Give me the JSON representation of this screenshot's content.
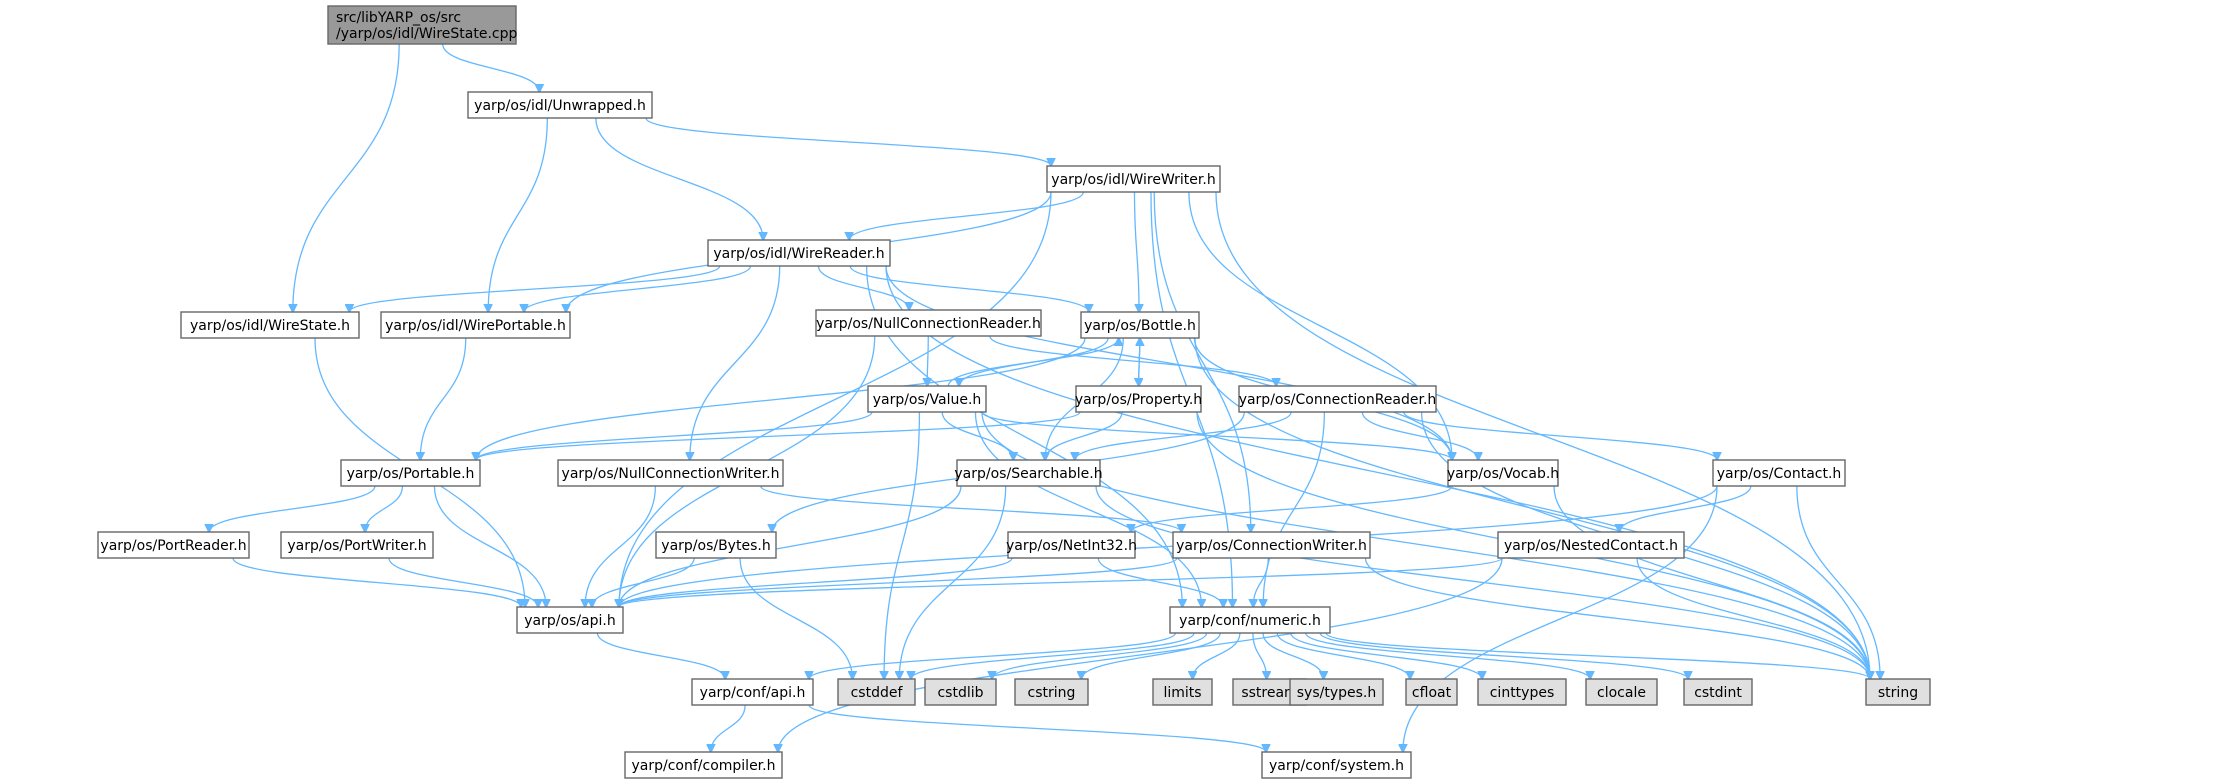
{
  "colors": {
    "edge": "#63b8ff",
    "node_fill": "#ffffff",
    "node_border": "#666666",
    "root_fill": "#999999",
    "system_fill": "#e0e0e0",
    "system_border": "#999999"
  },
  "nodes": [
    {
      "id": "root",
      "lines": [
        "src/libYARP_os/src",
        "/yarp/os/idl/WireState.cpp"
      ],
      "kind": "root"
    },
    {
      "id": "unwrapped",
      "lines": [
        "yarp/os/idl/Unwrapped.h"
      ],
      "kind": "header"
    },
    {
      "id": "wirewriter",
      "lines": [
        "yarp/os/idl/WireWriter.h"
      ],
      "kind": "header"
    },
    {
      "id": "wirereader",
      "lines": [
        "yarp/os/idl/WireReader.h"
      ],
      "kind": "header"
    },
    {
      "id": "wirestate",
      "lines": [
        "yarp/os/idl/WireState.h"
      ],
      "kind": "header"
    },
    {
      "id": "wireportable",
      "lines": [
        "yarp/os/idl/WirePortable.h"
      ],
      "kind": "header"
    },
    {
      "id": "nullconnreader",
      "lines": [
        "yarp/os/NullConnectionReader.h"
      ],
      "kind": "header"
    },
    {
      "id": "bottle",
      "lines": [
        "yarp/os/Bottle.h"
      ],
      "kind": "header"
    },
    {
      "id": "value",
      "lines": [
        "yarp/os/Value.h"
      ],
      "kind": "header"
    },
    {
      "id": "property",
      "lines": [
        "yarp/os/Property.h"
      ],
      "kind": "header"
    },
    {
      "id": "connreader",
      "lines": [
        "yarp/os/ConnectionReader.h"
      ],
      "kind": "header"
    },
    {
      "id": "portable",
      "lines": [
        "yarp/os/Portable.h"
      ],
      "kind": "header"
    },
    {
      "id": "nullconnwriter",
      "lines": [
        "yarp/os/NullConnectionWriter.h"
      ],
      "kind": "header"
    },
    {
      "id": "searchable",
      "lines": [
        "yarp/os/Searchable.h"
      ],
      "kind": "header"
    },
    {
      "id": "vocab",
      "lines": [
        "yarp/os/Vocab.h"
      ],
      "kind": "header"
    },
    {
      "id": "contact",
      "lines": [
        "yarp/os/Contact.h"
      ],
      "kind": "header"
    },
    {
      "id": "portreader",
      "lines": [
        "yarp/os/PortReader.h"
      ],
      "kind": "header"
    },
    {
      "id": "portwriter",
      "lines": [
        "yarp/os/PortWriter.h"
      ],
      "kind": "header"
    },
    {
      "id": "bytes",
      "lines": [
        "yarp/os/Bytes.h"
      ],
      "kind": "header"
    },
    {
      "id": "netint32",
      "lines": [
        "yarp/os/NetInt32.h"
      ],
      "kind": "header"
    },
    {
      "id": "connwriter",
      "lines": [
        "yarp/os/ConnectionWriter.h"
      ],
      "kind": "header"
    },
    {
      "id": "nestedcontact",
      "lines": [
        "yarp/os/NestedContact.h"
      ],
      "kind": "header"
    },
    {
      "id": "osapi",
      "lines": [
        "yarp/os/api.h"
      ],
      "kind": "header"
    },
    {
      "id": "numeric",
      "lines": [
        "yarp/conf/numeric.h"
      ],
      "kind": "header"
    },
    {
      "id": "confapi",
      "lines": [
        "yarp/conf/api.h"
      ],
      "kind": "header"
    },
    {
      "id": "cstddef",
      "lines": [
        "cstddef"
      ],
      "kind": "system"
    },
    {
      "id": "cstdlib",
      "lines": [
        "cstdlib"
      ],
      "kind": "system"
    },
    {
      "id": "cstring",
      "lines": [
        "cstring"
      ],
      "kind": "system"
    },
    {
      "id": "limits",
      "lines": [
        "limits"
      ],
      "kind": "system"
    },
    {
      "id": "sstream",
      "lines": [
        "sstream"
      ],
      "kind": "system"
    },
    {
      "id": "systypes",
      "lines": [
        "sys/types.h"
      ],
      "kind": "system"
    },
    {
      "id": "cfloat",
      "lines": [
        "cfloat"
      ],
      "kind": "system"
    },
    {
      "id": "cinttypes",
      "lines": [
        "cinttypes"
      ],
      "kind": "system"
    },
    {
      "id": "clocale",
      "lines": [
        "clocale"
      ],
      "kind": "system"
    },
    {
      "id": "cstdint",
      "lines": [
        "cstdint"
      ],
      "kind": "system"
    },
    {
      "id": "string",
      "lines": [
        "string"
      ],
      "kind": "system"
    },
    {
      "id": "compiler",
      "lines": [
        "yarp/conf/compiler.h"
      ],
      "kind": "header"
    },
    {
      "id": "system",
      "lines": [
        "yarp/conf/system.h"
      ],
      "kind": "header"
    }
  ],
  "edges": [
    [
      "root",
      "unwrapped"
    ],
    [
      "root",
      "wirestate"
    ],
    [
      "unwrapped",
      "wirewriter"
    ],
    [
      "unwrapped",
      "wirereader"
    ],
    [
      "unwrapped",
      "wireportable"
    ],
    [
      "wirewriter",
      "wirereader"
    ],
    [
      "wirewriter",
      "wireportable"
    ],
    [
      "wirewriter",
      "bottle"
    ],
    [
      "wirewriter",
      "vocab"
    ],
    [
      "wirewriter",
      "connwriter"
    ],
    [
      "wirewriter",
      "numeric"
    ],
    [
      "wirewriter",
      "string"
    ],
    [
      "wirewriter",
      "osapi"
    ],
    [
      "wirereader",
      "wirestate"
    ],
    [
      "wirereader",
      "wireportable"
    ],
    [
      "wirereader",
      "nullconnreader"
    ],
    [
      "wirereader",
      "bottle"
    ],
    [
      "wirereader",
      "vocab"
    ],
    [
      "wirereader",
      "nullconnwriter"
    ],
    [
      "wirereader",
      "numeric"
    ],
    [
      "wirereader",
      "string"
    ],
    [
      "wirestate",
      "osapi"
    ],
    [
      "wireportable",
      "portable"
    ],
    [
      "nullconnreader",
      "value"
    ],
    [
      "nullconnreader",
      "connreader"
    ],
    [
      "nullconnreader",
      "osapi"
    ],
    [
      "bottle",
      "value"
    ],
    [
      "bottle",
      "property"
    ],
    [
      "bottle",
      "portable"
    ],
    [
      "bottle",
      "searchable"
    ],
    [
      "bottle",
      "vocab"
    ],
    [
      "bottle",
      "string"
    ],
    [
      "value",
      "bottle"
    ],
    [
      "value",
      "portable"
    ],
    [
      "value",
      "searchable"
    ],
    [
      "value",
      "vocab"
    ],
    [
      "value",
      "cstddef"
    ],
    [
      "value",
      "numeric"
    ],
    [
      "value",
      "string"
    ],
    [
      "property",
      "bottle"
    ],
    [
      "property",
      "portable"
    ],
    [
      "property",
      "searchable"
    ],
    [
      "property",
      "string"
    ],
    [
      "connreader",
      "searchable"
    ],
    [
      "connreader",
      "bytes"
    ],
    [
      "connreader",
      "contact"
    ],
    [
      "connreader",
      "vocab"
    ],
    [
      "connreader",
      "numeric"
    ],
    [
      "connreader",
      "string"
    ],
    [
      "portable",
      "portreader"
    ],
    [
      "portable",
      "portwriter"
    ],
    [
      "portable",
      "osapi"
    ],
    [
      "nullconnwriter",
      "connwriter"
    ],
    [
      "nullconnwriter",
      "osapi"
    ],
    [
      "searchable",
      "osapi"
    ],
    [
      "searchable",
      "cstddef"
    ],
    [
      "searchable",
      "string"
    ],
    [
      "vocab",
      "netint32"
    ],
    [
      "vocab",
      "string"
    ],
    [
      "contact",
      "nestedcontact"
    ],
    [
      "contact",
      "osapi"
    ],
    [
      "contact",
      "string"
    ],
    [
      "contact",
      "system"
    ],
    [
      "portreader",
      "osapi"
    ],
    [
      "portwriter",
      "osapi"
    ],
    [
      "bytes",
      "osapi"
    ],
    [
      "bytes",
      "cstddef"
    ],
    [
      "netint32",
      "osapi"
    ],
    [
      "netint32",
      "numeric"
    ],
    [
      "connwriter",
      "osapi"
    ],
    [
      "connwriter",
      "numeric"
    ],
    [
      "connwriter",
      "string"
    ],
    [
      "nestedcontact",
      "osapi"
    ],
    [
      "nestedcontact",
      "string"
    ],
    [
      "nestedcontact",
      "compiler"
    ],
    [
      "osapi",
      "confapi"
    ],
    [
      "numeric",
      "confapi"
    ],
    [
      "numeric",
      "cstddef"
    ],
    [
      "numeric",
      "cstdlib"
    ],
    [
      "numeric",
      "cstring"
    ],
    [
      "numeric",
      "limits"
    ],
    [
      "numeric",
      "sstream"
    ],
    [
      "numeric",
      "systypes"
    ],
    [
      "numeric",
      "cfloat"
    ],
    [
      "numeric",
      "cinttypes"
    ],
    [
      "numeric",
      "clocale"
    ],
    [
      "numeric",
      "cstdint"
    ],
    [
      "numeric",
      "string"
    ],
    [
      "confapi",
      "compiler"
    ],
    [
      "confapi",
      "system"
    ]
  ]
}
